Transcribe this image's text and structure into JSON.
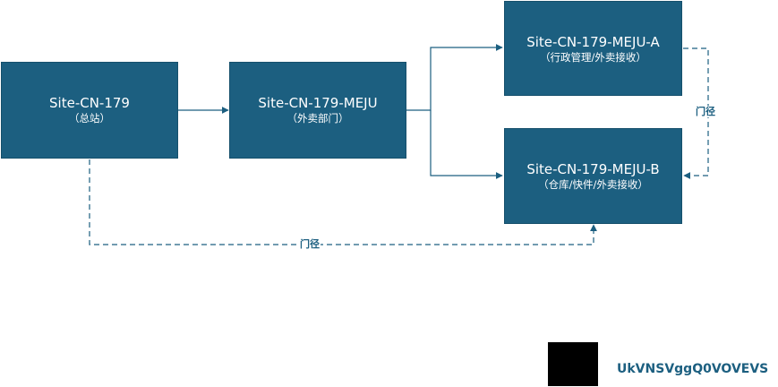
{
  "nodes": {
    "hq": {
      "title": "Site-CN-179",
      "subtitle": "（总站）"
    },
    "meju": {
      "title": "Site-CN-179-MEJU",
      "subtitle": "（外卖部门）"
    },
    "meju_a": {
      "title": "Site-CN-179-MEJU-A",
      "subtitle": "（行政管理/外卖接收）"
    },
    "meju_b": {
      "title": "Site-CN-179-MEJU-B",
      "subtitle": "（仓库/快件/外卖接收）"
    }
  },
  "edges": {
    "a_to_b_label": "门径",
    "hq_to_b_label": "门径"
  },
  "legend": {
    "code": "UkVNSVggQ0VOVEVS"
  },
  "colors": {
    "node_fill": "#1c5f80",
    "connector": "#1c5f80",
    "text_on_node": "#ffffff",
    "swatch": "#000000"
  }
}
